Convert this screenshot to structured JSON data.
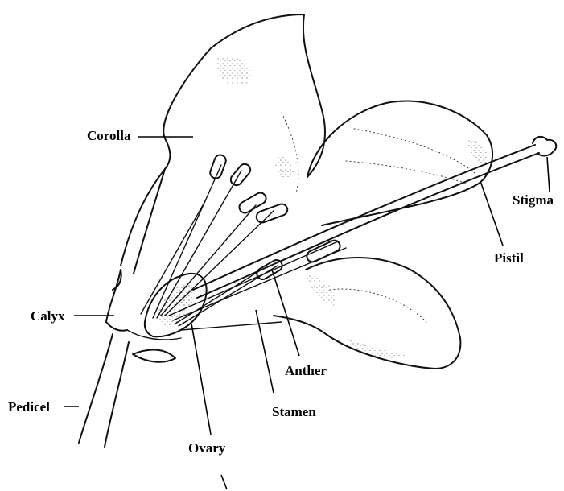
{
  "labels": {
    "corolla": "Corolla",
    "stigma": "Stigma",
    "pistil": "Pistil",
    "calyx": "Calyx",
    "anther": "Anther",
    "stamen": "Stamen",
    "pedicel": "Pedicel",
    "ovary": "Ovary"
  },
  "colors": {
    "ink": "#111111",
    "background": "#ffffff"
  }
}
